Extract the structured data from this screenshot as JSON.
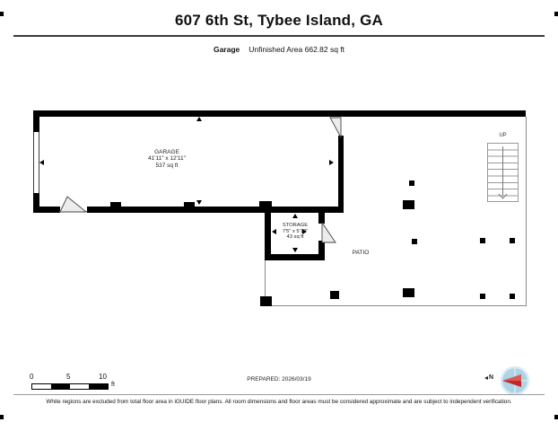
{
  "header": {
    "title": "607 6th St, Tybee Island, GA",
    "floor_name": "Garage",
    "floor_area": "Unfinished Area 662.82 sq ft"
  },
  "rooms": {
    "garage": {
      "name": "GARAGE",
      "dims": "41'11\" x 12'11\"",
      "area": "537 sq ft"
    },
    "storage": {
      "name": "STORAGE",
      "dims": "7'5\" x 5'10\"",
      "area": "43 sq ft"
    },
    "patio": {
      "name": "PATIO"
    }
  },
  "stairs": {
    "up_label": "UP"
  },
  "scalebar": {
    "t0": "0",
    "t5": "5",
    "t10": "10",
    "unit": "ft"
  },
  "footer": {
    "prepared": "PREPARED: 2026/03/19",
    "north_label": "N",
    "disclaimer": "White regions are excluded from total floor area in iGUIDE floor plans. All room dimensions and floor areas must be considered approximate and are subject to independent verification."
  },
  "colors": {
    "wall": "#000000",
    "stairs_line": "#999999",
    "door_fill": "#ececec",
    "compass_blue": "#aed2e6",
    "compass_red": "#c0262c"
  }
}
